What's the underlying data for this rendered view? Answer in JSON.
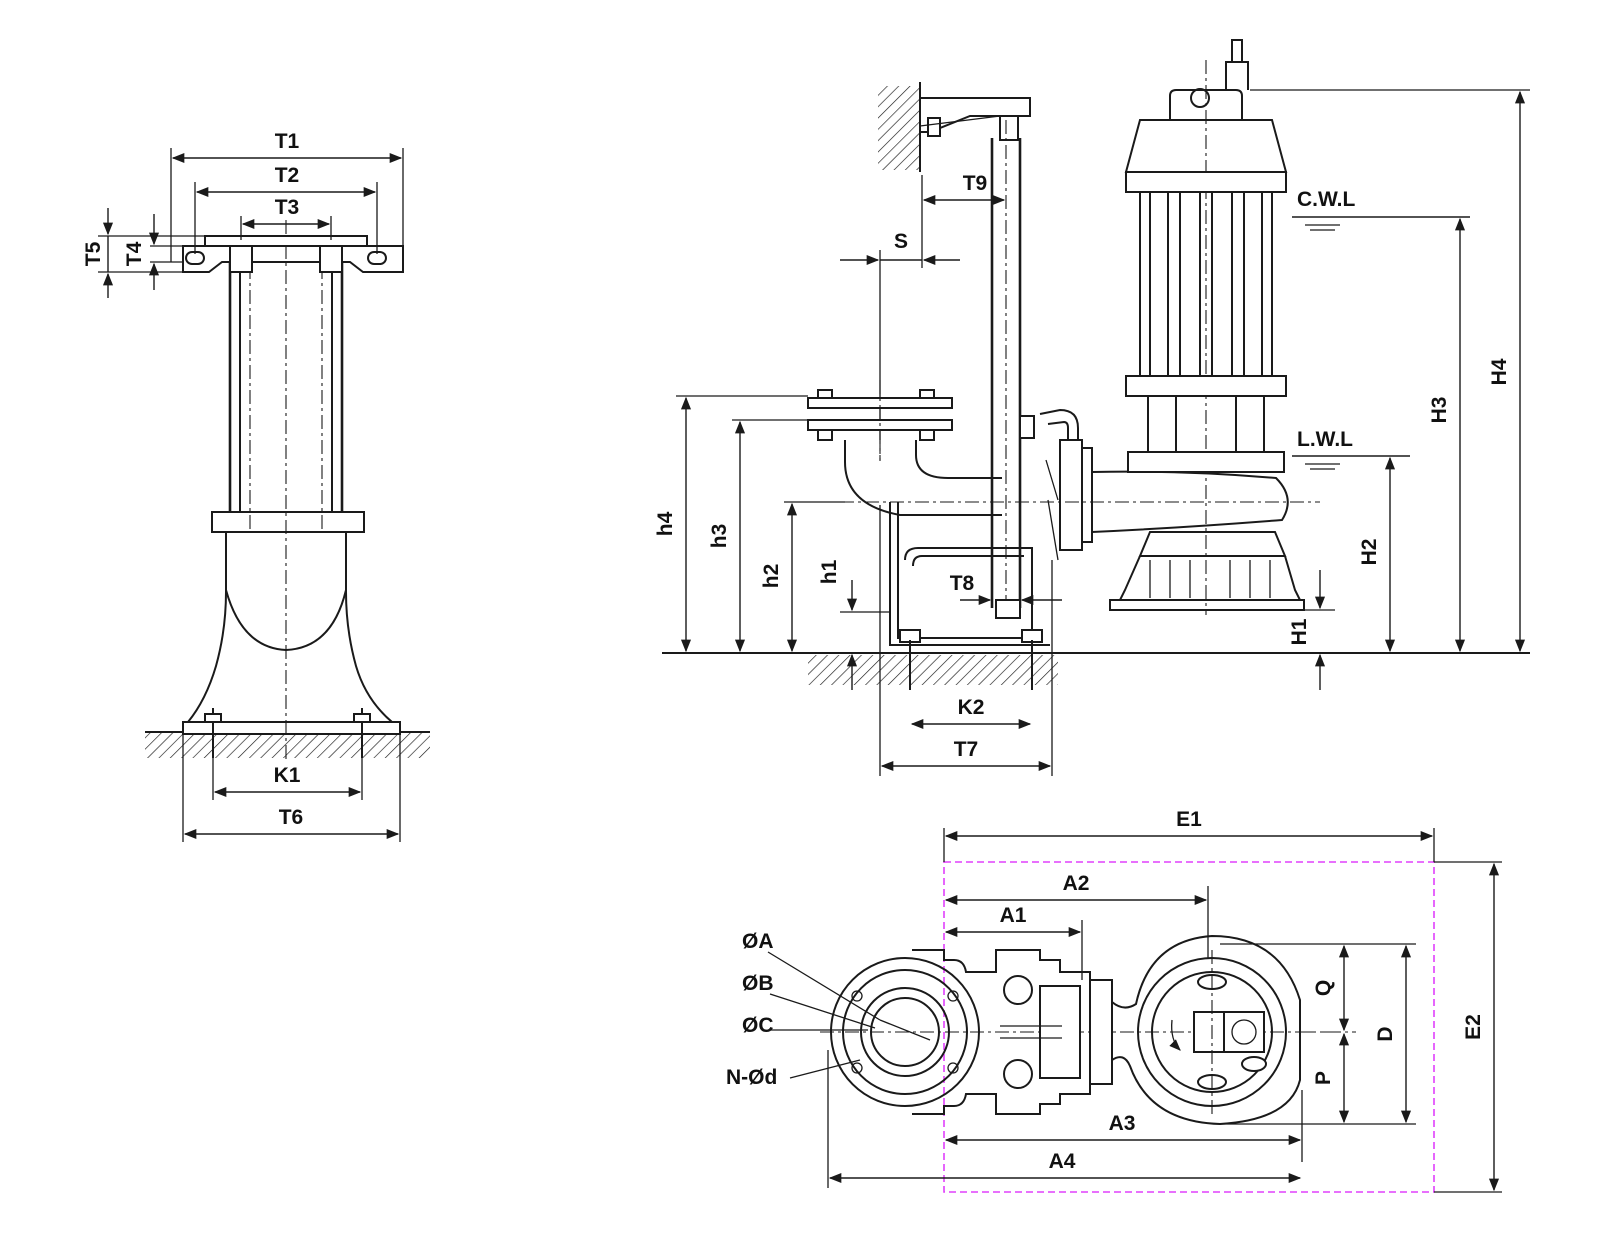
{
  "labels": {
    "T1": "T1",
    "T2": "T2",
    "T3": "T3",
    "T4": "T4",
    "T5": "T5",
    "T6": "T6",
    "K1": "K1",
    "K2": "K2",
    "T7": "T7",
    "T8": "T8",
    "T9": "T9",
    "S": "S",
    "h1": "h1",
    "h2": "h2",
    "h3": "h3",
    "h4": "h4",
    "H1": "H1",
    "H2": "H2",
    "H3": "H3",
    "H4": "H4",
    "CWL": "C.W.L",
    "LWL": "L.W.L",
    "E1": "E1",
    "E2": "E2",
    "A1": "A1",
    "A2": "A2",
    "A3": "A3",
    "A4": "A4",
    "D": "D",
    "P": "P",
    "Q": "Q",
    "OA": "ØA",
    "OB": "ØB",
    "OC": "ØC",
    "NOd": "N-Ød"
  },
  "colors": {
    "line": "#1a1a1a",
    "envelope": "#e040fb",
    "background": "#ffffff"
  }
}
